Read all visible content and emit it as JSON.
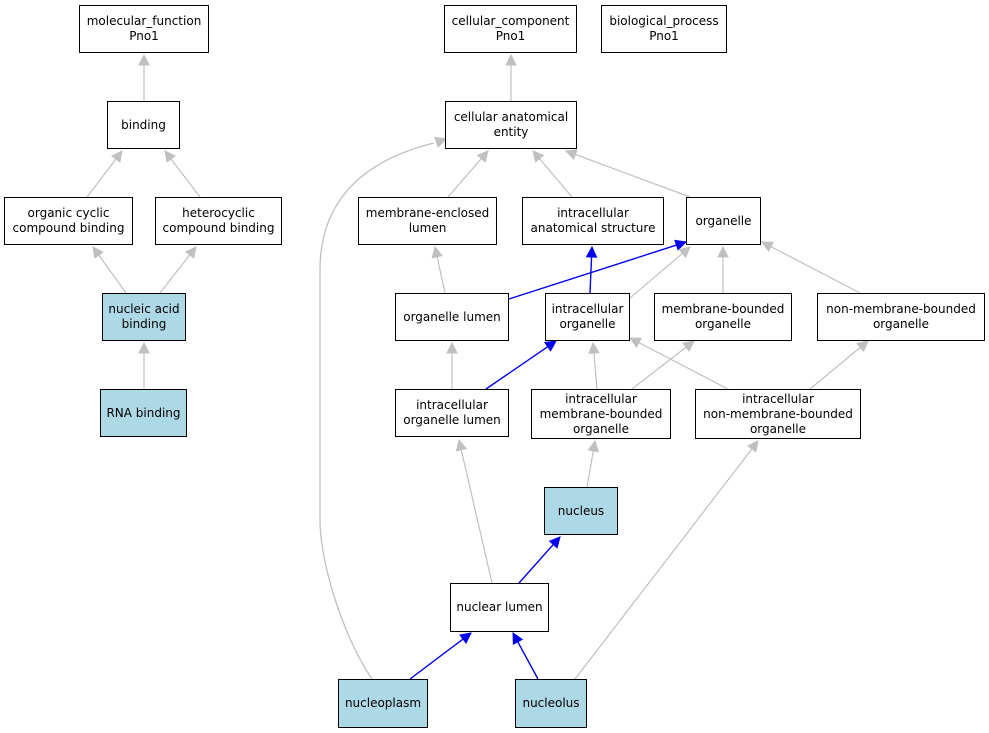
{
  "colors": {
    "highlight_fill": "#add8e6",
    "default_fill": "#ffffff",
    "is_a_edge": "#c0c0c0",
    "part_of_edge": "#0000ee"
  },
  "nodes": {
    "molecular_function": {
      "label": "molecular_function\nPno1",
      "highlighted": false
    },
    "cellular_component": {
      "label": "cellular_component\nPno1",
      "highlighted": false
    },
    "biological_process": {
      "label": "biological_process\nPno1",
      "highlighted": false
    },
    "binding": {
      "label": "binding",
      "highlighted": false
    },
    "cellular_anatomical_entity": {
      "label": "cellular anatomical\nentity",
      "highlighted": false
    },
    "organic_cyclic_compound_binding": {
      "label": "organic cyclic\ncompound binding",
      "highlighted": false
    },
    "heterocyclic_compound_binding": {
      "label": "heterocyclic\ncompound binding",
      "highlighted": false
    },
    "membrane_enclosed_lumen": {
      "label": "membrane-enclosed\nlumen",
      "highlighted": false
    },
    "intracellular_anatomical_structure": {
      "label": "intracellular\nanatomical structure",
      "highlighted": false
    },
    "organelle": {
      "label": "organelle",
      "highlighted": false
    },
    "nucleic_acid_binding": {
      "label": "nucleic acid\nbinding",
      "highlighted": true
    },
    "organelle_lumen": {
      "label": "organelle lumen",
      "highlighted": false
    },
    "intracellular_organelle": {
      "label": "intracellular\norganelle",
      "highlighted": false
    },
    "membrane_bounded_organelle": {
      "label": "membrane-bounded\norganelle",
      "highlighted": false
    },
    "non_membrane_bounded_organelle": {
      "label": "non-membrane-bounded\norganelle",
      "highlighted": false
    },
    "rna_binding": {
      "label": "RNA binding",
      "highlighted": true
    },
    "intracellular_organelle_lumen": {
      "label": "intracellular\norganelle lumen",
      "highlighted": false
    },
    "intracellular_membrane_bounded_organelle": {
      "label": "intracellular\nmembrane-bounded\norganelle",
      "highlighted": false
    },
    "intracellular_non_membrane_bounded_organelle": {
      "label": "intracellular\nnon-membrane-bounded\norganelle",
      "highlighted": false
    },
    "nucleus": {
      "label": "nucleus",
      "highlighted": true
    },
    "nuclear_lumen": {
      "label": "nuclear lumen",
      "highlighted": false
    },
    "nucleoplasm": {
      "label": "nucleoplasm",
      "highlighted": true
    },
    "nucleolus": {
      "label": "nucleolus",
      "highlighted": true
    }
  },
  "edges": [
    {
      "from": "binding",
      "to": "molecular_function",
      "relation": "is_a"
    },
    {
      "from": "organic_cyclic_compound_binding",
      "to": "binding",
      "relation": "is_a"
    },
    {
      "from": "heterocyclic_compound_binding",
      "to": "binding",
      "relation": "is_a"
    },
    {
      "from": "nucleic_acid_binding",
      "to": "organic_cyclic_compound_binding",
      "relation": "is_a"
    },
    {
      "from": "nucleic_acid_binding",
      "to": "heterocyclic_compound_binding",
      "relation": "is_a"
    },
    {
      "from": "rna_binding",
      "to": "nucleic_acid_binding",
      "relation": "is_a"
    },
    {
      "from": "cellular_anatomical_entity",
      "to": "cellular_component",
      "relation": "is_a"
    },
    {
      "from": "membrane_enclosed_lumen",
      "to": "cellular_anatomical_entity",
      "relation": "is_a"
    },
    {
      "from": "intracellular_anatomical_structure",
      "to": "cellular_anatomical_entity",
      "relation": "is_a"
    },
    {
      "from": "organelle",
      "to": "cellular_anatomical_entity",
      "relation": "is_a"
    },
    {
      "from": "nucleoplasm",
      "to": "cellular_anatomical_entity",
      "relation": "is_a"
    },
    {
      "from": "organelle_lumen",
      "to": "membrane_enclosed_lumen",
      "relation": "is_a"
    },
    {
      "from": "organelle_lumen",
      "to": "organelle",
      "relation": "part_of"
    },
    {
      "from": "intracellular_organelle",
      "to": "intracellular_anatomical_structure",
      "relation": "part_of"
    },
    {
      "from": "intracellular_organelle",
      "to": "organelle",
      "relation": "is_a"
    },
    {
      "from": "membrane_bounded_organelle",
      "to": "organelle",
      "relation": "is_a"
    },
    {
      "from": "non_membrane_bounded_organelle",
      "to": "organelle",
      "relation": "is_a"
    },
    {
      "from": "intracellular_organelle_lumen",
      "to": "organelle_lumen",
      "relation": "is_a"
    },
    {
      "from": "intracellular_organelle_lumen",
      "to": "intracellular_organelle",
      "relation": "part_of"
    },
    {
      "from": "intracellular_membrane_bounded_organelle",
      "to": "intracellular_organelle",
      "relation": "is_a"
    },
    {
      "from": "intracellular_membrane_bounded_organelle",
      "to": "membrane_bounded_organelle",
      "relation": "is_a"
    },
    {
      "from": "intracellular_non_membrane_bounded_organelle",
      "to": "intracellular_organelle",
      "relation": "is_a"
    },
    {
      "from": "intracellular_non_membrane_bounded_organelle",
      "to": "non_membrane_bounded_organelle",
      "relation": "is_a"
    },
    {
      "from": "nucleus",
      "to": "intracellular_membrane_bounded_organelle",
      "relation": "is_a"
    },
    {
      "from": "nuclear_lumen",
      "to": "intracellular_organelle_lumen",
      "relation": "is_a"
    },
    {
      "from": "nuclear_lumen",
      "to": "nucleus",
      "relation": "part_of"
    },
    {
      "from": "nucleoplasm",
      "to": "nuclear_lumen",
      "relation": "part_of"
    },
    {
      "from": "nucleolus",
      "to": "nuclear_lumen",
      "relation": "part_of"
    },
    {
      "from": "nucleolus",
      "to": "intracellular_non_membrane_bounded_organelle",
      "relation": "is_a"
    }
  ]
}
